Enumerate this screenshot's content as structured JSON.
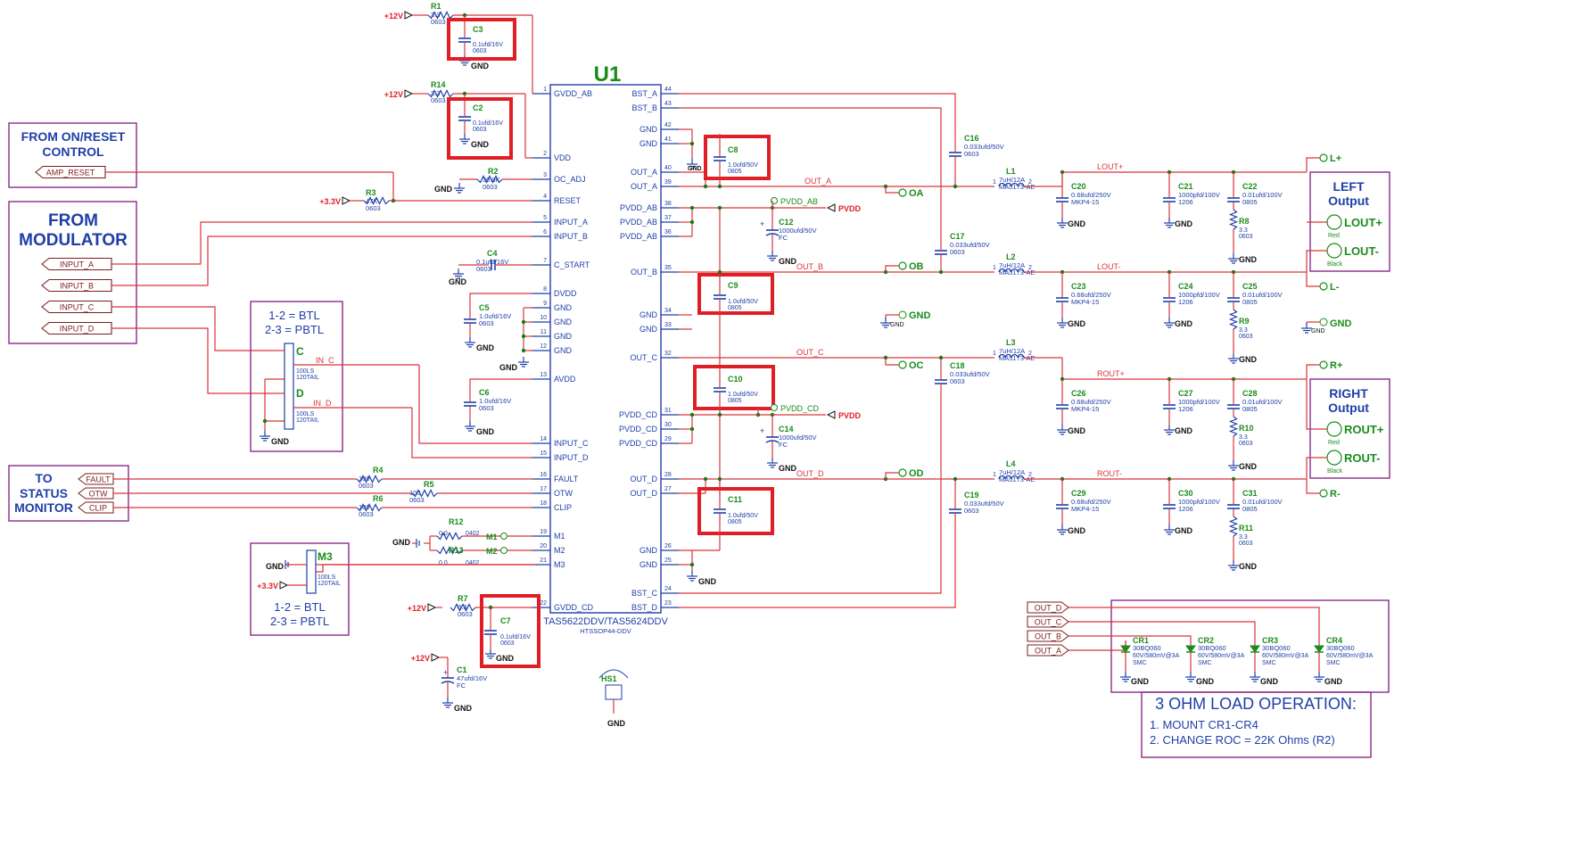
{
  "colors": {
    "wire": "#d9343a",
    "comp": "#1f3fa8",
    "label": "#1a8c1a",
    "hilite": "#e01e26",
    "box": "#8a2a8a",
    "port": "#7a1e1e",
    "black": "#111111"
  },
  "chip": {
    "name": "U1",
    "part": "TAS5622DDV/TAS5624DDV",
    "pkg": "HTSSOP44-DDV"
  },
  "left_pins": [
    {
      "n": "1",
      "name": "GVDD_AB"
    },
    {
      "n": "2",
      "name": "VDD"
    },
    {
      "n": "3",
      "name": "OC_ADJ"
    },
    {
      "n": "4",
      "name": "RESET"
    },
    {
      "n": "5",
      "name": "INPUT_A"
    },
    {
      "n": "6",
      "name": "INPUT_B"
    },
    {
      "n": "7",
      "name": "C_START"
    },
    {
      "n": "8",
      "name": "DVDD"
    },
    {
      "n": "9",
      "name": "GND"
    },
    {
      "n": "10",
      "name": "GND"
    },
    {
      "n": "11",
      "name": "GND"
    },
    {
      "n": "12",
      "name": "GND"
    },
    {
      "n": "13",
      "name": "AVDD"
    },
    {
      "n": "14",
      "name": "INPUT_C"
    },
    {
      "n": "15",
      "name": "INPUT_D"
    },
    {
      "n": "16",
      "name": "FAULT"
    },
    {
      "n": "17",
      "name": "OTW"
    },
    {
      "n": "18",
      "name": "CLIP"
    },
    {
      "n": "19",
      "name": "M1"
    },
    {
      "n": "20",
      "name": "M2"
    },
    {
      "n": "21",
      "name": "M3"
    },
    {
      "n": "22",
      "name": "GVDD_CD"
    }
  ],
  "right_pins": [
    {
      "n": "44",
      "name": "BST_A"
    },
    {
      "n": "43",
      "name": "BST_B"
    },
    {
      "n": "42",
      "name": "GND"
    },
    {
      "n": "41",
      "name": "GND"
    },
    {
      "n": "40",
      "name": "OUT_A"
    },
    {
      "n": "39",
      "name": "OUT_A"
    },
    {
      "n": "38",
      "name": "PVDD_AB"
    },
    {
      "n": "37",
      "name": "PVDD_AB"
    },
    {
      "n": "36",
      "name": "PVDD_AB"
    },
    {
      "n": "35",
      "name": "OUT_B"
    },
    {
      "n": "34",
      "name": "GND"
    },
    {
      "n": "33",
      "name": "GND"
    },
    {
      "n": "32",
      "name": "OUT_C"
    },
    {
      "n": "31",
      "name": "PVDD_CD"
    },
    {
      "n": "30",
      "name": "PVDD_CD"
    },
    {
      "n": "29",
      "name": "PVDD_CD"
    },
    {
      "n": "28",
      "name": "OUT_D"
    },
    {
      "n": "27",
      "name": "OUT_D"
    },
    {
      "n": "26",
      "name": "GND"
    },
    {
      "n": "25",
      "name": "GND"
    },
    {
      "n": "24",
      "name": "BST_C"
    },
    {
      "n": "23",
      "name": "BST_D"
    }
  ],
  "boxes": {
    "on_reset": "FROM ON/RESET CONTROL",
    "amp_reset": "AMP_RESET",
    "modulator": "FROM MODULATOR",
    "inputs": [
      "INPUT_A",
      "INPUT_B",
      "INPUT_C",
      "INPUT_D"
    ],
    "status": "TO STATUS MONITOR",
    "status_ports": [
      "FAULT",
      "OTW",
      "CLIP"
    ],
    "jumper_note1": "1-2 = BTL",
    "jumper_note2": "2-3 = PBTL",
    "left_output": "LEFT Output",
    "right_output": "RIGHT Output",
    "lout_plus": "LOUT+",
    "lout_minus": "LOUT-",
    "rout_plus": "ROUT+",
    "rout_minus": "ROUT-",
    "red": "Red",
    "black": "Black",
    "load_title": "3 OHM LOAD OPERATION:",
    "load_1": "1. MOUNT CR1-CR4",
    "load_2": "2. CHANGE ROC = 22K Ohms (R2)"
  },
  "nets": {
    "p12": "+12V",
    "p33": "+3.3V",
    "gnd": "GND",
    "pvdd": "PVDD",
    "pvdd_ab": "PVDD_AB",
    "pvdd_cd": "PVDD_CD",
    "out_a": "OUT_A",
    "out_b": "OUT_B",
    "out_c": "OUT_C",
    "out_d": "OUT_D",
    "lout_p": "LOUT+",
    "lout_m": "LOUT-",
    "rout_p": "ROUT+",
    "rout_m": "ROUT-",
    "oa": "OA",
    "ob": "OB",
    "oc": "OC",
    "od": "OD",
    "lp": "L+",
    "lm": "L-",
    "rp": "R+",
    "rm": "R-",
    "in_c": "IN_C",
    "in_d": "IN_D",
    "m1": "M1",
    "m2": "M2"
  },
  "parts": {
    "R1": [
      "R1",
      "3.3",
      "0603"
    ],
    "R14": [
      "R14",
      "3.3",
      "0603"
    ],
    "R2": [
      "R2",
      "30.0K",
      "0603"
    ],
    "R3": [
      "R3",
      "47K",
      "0603"
    ],
    "R4": [
      "R4",
      "100",
      "0603"
    ],
    "R5": [
      "R5",
      "100",
      "0603"
    ],
    "R6": [
      "R6",
      "100",
      "0603"
    ],
    "R7": [
      "R7",
      "3.3",
      "0603"
    ],
    "R12": [
      "R12",
      "0.0",
      "0402"
    ],
    "R13": [
      "R13",
      "0.0",
      "0402"
    ],
    "C1": [
      "C1",
      "47ufd/16V",
      "FC"
    ],
    "C2": [
      "C2",
      "0.1ufd/16V",
      "0603"
    ],
    "C3": [
      "C3",
      "0.1ufd/16V",
      "0603"
    ],
    "C4": [
      "C4",
      "0.1ufd/16V",
      "0603"
    ],
    "C5": [
      "C5",
      "1.0ufd/16V",
      "0603"
    ],
    "C6": [
      "C6",
      "1.0ufd/16V",
      "0603"
    ],
    "C7": [
      "C7",
      "0.1ufd/16V",
      "0603"
    ],
    "C8": [
      "C8",
      "1.0ufd/50V",
      "0805"
    ],
    "C9": [
      "C9",
      "1.0ufd/50V",
      "0805"
    ],
    "C10": [
      "C10",
      "1.0ufd/50V",
      "0805"
    ],
    "C11": [
      "C11",
      "1.0ufd/50V",
      "0805"
    ],
    "C12": [
      "C12",
      "1000ufd/50V",
      "FC"
    ],
    "C14": [
      "C14",
      "1000ufd/50V",
      "FC"
    ],
    "C16": [
      "C16",
      "0.033ufd/50V",
      "0603"
    ],
    "C17": [
      "C17",
      "0.033ufd/50V",
      "0603"
    ],
    "C18": [
      "C18",
      "0.033ufd/50V",
      "0603"
    ],
    "C19": [
      "C19",
      "0.033ufd/50V",
      "0603"
    ],
    "L1": [
      "L1",
      "7uH/12A",
      "MA5173-AE"
    ],
    "L2": [
      "L2",
      "7uH/12A",
      "MA5173-AE"
    ],
    "L3": [
      "L3",
      "7uH/12A",
      "MA5173-AE"
    ],
    "L4": [
      "L4",
      "7uH/12A",
      "MA5173-AE"
    ],
    "C20": [
      "C20",
      "0.68ufd/250V",
      "MKP4-15"
    ],
    "C23": [
      "C23",
      "0.68ufd/250V",
      "MKP4-15"
    ],
    "C26": [
      "C26",
      "0.68ufd/250V",
      "MKP4-15"
    ],
    "C29": [
      "C29",
      "0.68ufd/250V",
      "MKP4-15"
    ],
    "C21": [
      "C21",
      "1000pfd/100V",
      "1206"
    ],
    "C24": [
      "C24",
      "1000pfd/100V",
      "1206"
    ],
    "C27": [
      "C27",
      "1000pfd/100V",
      "1206"
    ],
    "C30": [
      "C30",
      "1000pfd/100V",
      "1206"
    ],
    "C22": [
      "C22",
      "0.01ufd/100V",
      "0805"
    ],
    "C25": [
      "C25",
      "0.01ufd/100V",
      "0805"
    ],
    "C28": [
      "C28",
      "0.01ufd/100V",
      "0805"
    ],
    "C31": [
      "C31",
      "0.01ufd/100V",
      "0805"
    ],
    "R8": [
      "R8",
      "3.3",
      "0603"
    ],
    "R9": [
      "R9",
      "3.3",
      "0603"
    ],
    "R10": [
      "R10",
      "3.3",
      "0603"
    ],
    "R11": [
      "R11",
      "3.3",
      "0603"
    ],
    "CR1": [
      "CR1",
      "30BQ060",
      "60V/580mV@3A",
      "SMC"
    ],
    "CR2": [
      "CR2",
      "30BQ060",
      "60V/580mV@3A",
      "SMC"
    ],
    "CR3": [
      "CR3",
      "30BQ060",
      "60V/580mV@3A",
      "SMC"
    ],
    "CR4": [
      "CR4",
      "30BQ060",
      "60V/580mV@3A",
      "SMC"
    ],
    "HS1": [
      "HS1"
    ],
    "JC": [
      "C",
      "100LS",
      "120TAIL"
    ],
    "JD": [
      "D",
      "100LS",
      "120TAIL"
    ],
    "M3": [
      "M3",
      "100LS",
      "120TAIL"
    ]
  }
}
